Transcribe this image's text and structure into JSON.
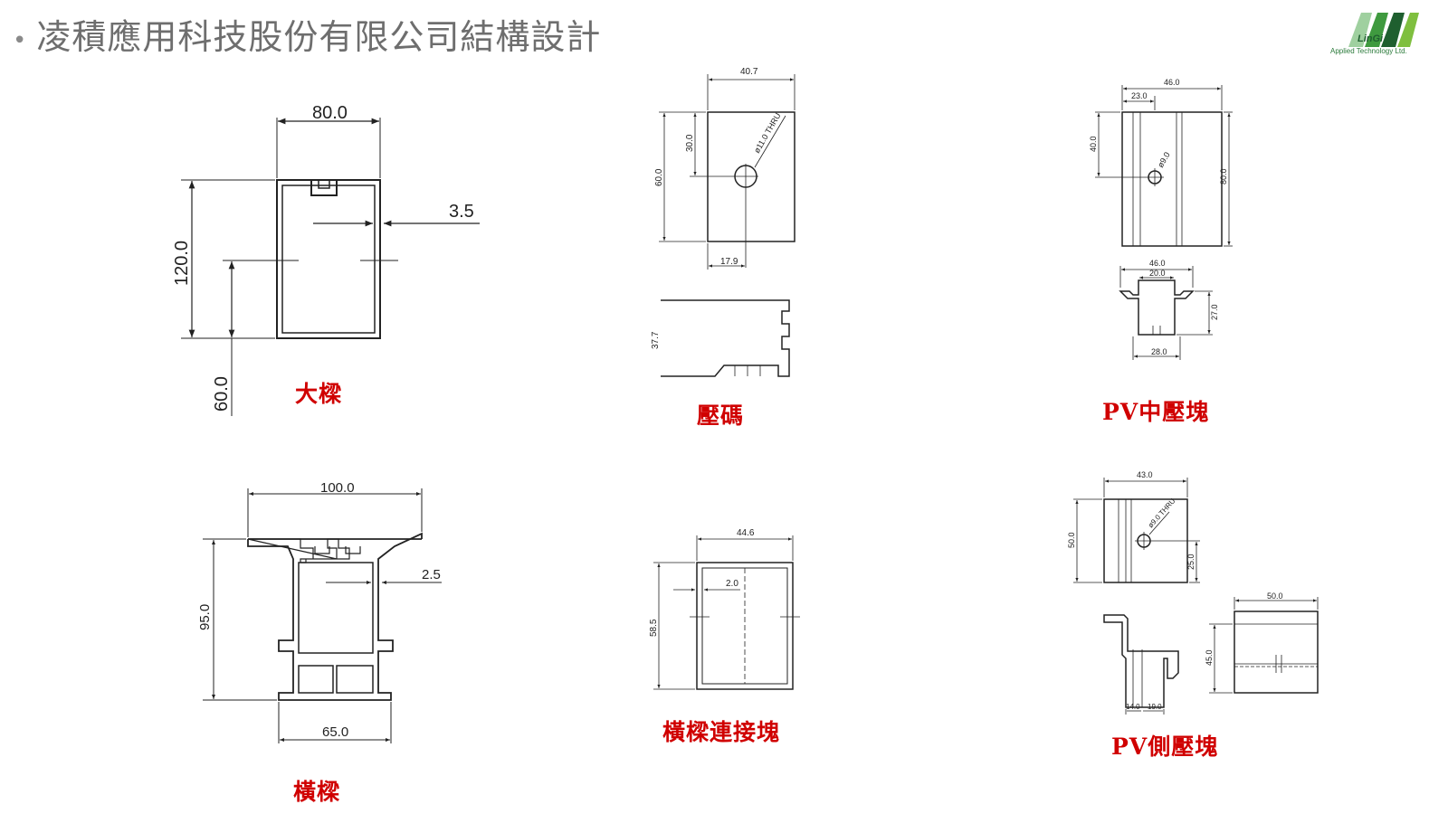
{
  "header": {
    "title": "凌積應用科技股份有限公司結構設計",
    "logo_name": "LinGi",
    "logo_subtitle": "Applied Technology Ltd."
  },
  "captions": {
    "main_beam": "大樑",
    "clamp": "壓碼",
    "pv_mid_clamp": "PV中壓塊",
    "cross_beam": "橫樑",
    "cross_beam_connector": "橫樑連接塊",
    "pv_side_clamp": "PV側壓塊"
  },
  "dims": {
    "main_beam": {
      "width": "80.0",
      "height": "120.0",
      "half": "60.0",
      "wall": "3.5"
    },
    "clamp": {
      "width": "40.7",
      "height": "60.0",
      "half": "30.0",
      "hole": "ø11.0 THRU",
      "offset": "17.9",
      "side": "37.7"
    },
    "pv_mid": {
      "width": "46.0",
      "half": "23.0",
      "height": "80.0",
      "hole_h": "40.0",
      "hole": "ø9.0",
      "top_w": "46.0",
      "inner_w": "20.0",
      "depth": "27.0",
      "base_w": "28.0"
    },
    "cross_beam": {
      "width": "100.0",
      "height": "95.0",
      "wall": "2.5",
      "base": "65.0"
    },
    "connector": {
      "width": "44.6",
      "wall": "2.0",
      "height": "58.5"
    },
    "pv_side": {
      "width": "43.0",
      "height": "50.0",
      "hole": "ø9.0 THRU",
      "hole_h": "25.0",
      "w1": "14.0",
      "w2": "19.0",
      "top_w": "50.0",
      "side_h": "45.0"
    }
  },
  "colors": {
    "caption": "#d00000",
    "title": "#6e6e6e",
    "logo_green": "#3f9a3f",
    "logo_dark": "#1f5f2f"
  }
}
